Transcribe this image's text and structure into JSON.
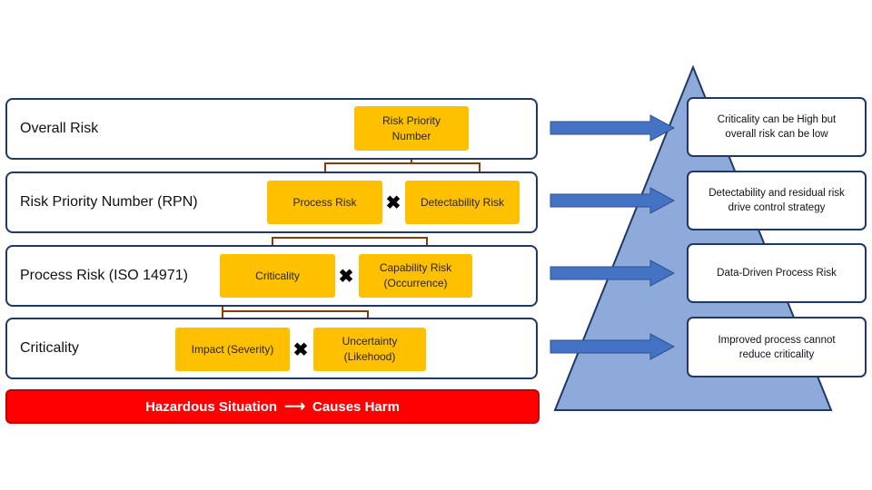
{
  "rows": [
    {
      "label": "Overall Risk"
    },
    {
      "label": "Risk Priority Number (RPN)"
    },
    {
      "label": "Process Risk (ISO 14971)"
    },
    {
      "label": "Criticality"
    }
  ],
  "boxes": {
    "rpn": "Risk Priority\nNumber",
    "process_risk": "Process Risk",
    "detectability_risk": "Detectability Risk",
    "criticality": "Criticality",
    "capability_risk": "Capability Risk\n(Occurrence)",
    "impact": "Impact (Severity)",
    "uncertainty": "Uncertainty\n(Likehood)"
  },
  "multiply_symbol": "✖",
  "hazard": {
    "left": "Hazardous Situation",
    "arrow": "⟶",
    "right": "Causes Harm"
  },
  "notes": [
    "Criticality can be High but\noverall risk can be low",
    "Detectability and residual risk\ndrive control strategy",
    "Data-Driven Process Risk",
    "Improved process cannot\nreduce criticality"
  ],
  "colors": {
    "box": "#ffc000",
    "hazard": "#ff0000",
    "pyramid": "#8eaadb",
    "arrow": "#4472c4",
    "border": "#1f3864"
  }
}
